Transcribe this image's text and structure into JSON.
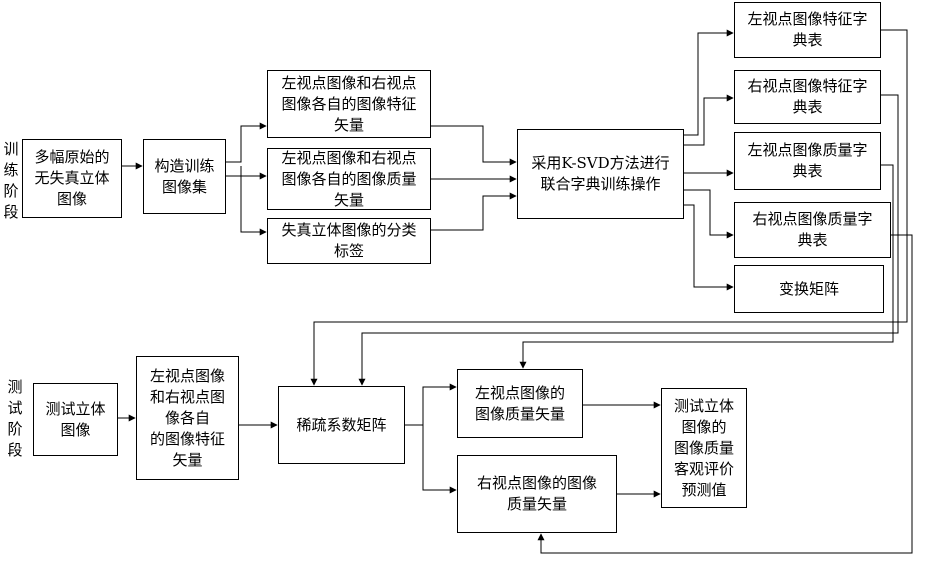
{
  "stages": {
    "training": "训\n练\n阶\n段",
    "testing": "测\n试\n阶\n段"
  },
  "nodes": {
    "originals": "多幅原始的\n无失真立体\n图像",
    "build_set": "构造训练\n图像集",
    "feat_vectors": "左视点图像和右视点\n图像各自的图像特征\n矢量",
    "quality_vectors": "左视点图像和右视点\n图像各自的图像质量\n矢量",
    "labels": "失真立体图像的分类\n标签",
    "ksvd": "采用K-SVD方法进行\n联合字典训练操作",
    "left_feat_dict": "左视点图像特征字\n典表",
    "right_feat_dict": "右视点图像特征字\n典表",
    "left_quality_dict": "左视点图像质量字\n典表",
    "right_quality_dict": "右视点图像质量字\n典表",
    "transform": "变换矩阵",
    "test_image": "测试立体\n图像",
    "test_features": "左视点图像\n和右视点图\n像各自\n的图像特征\n矢量",
    "sparse": "稀疏系数矩阵",
    "left_quality_vec": "左视点图像的\n图像质量矢量",
    "right_quality_vec": "右视点图像的图像\n质量矢量",
    "prediction": "测试立体\n图像的\n图像质量\n客观评价\n预测值"
  }
}
